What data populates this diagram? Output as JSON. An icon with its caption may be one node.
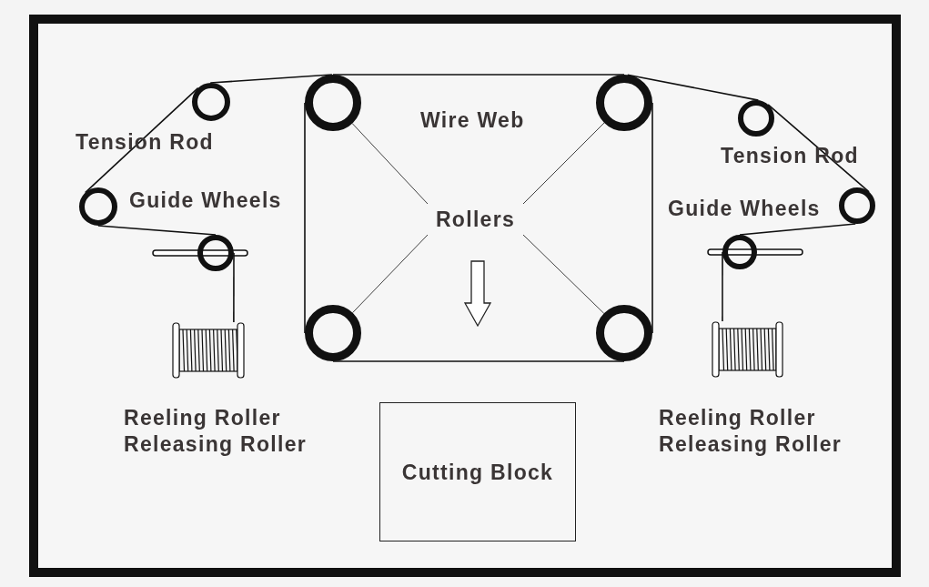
{
  "diagram": {
    "nodes": [
      {
        "text": [],
        "shape": "circle"
      },
      {
        "text": [],
        "shape": "circle"
      },
      {
        "text": [],
        "shape": "circle"
      },
      {
        "text": [],
        "shape": "circle"
      },
      {
        "text": [
          "Rollers"
        ]
      },
      {
        "text": [],
        "shape": "circle"
      },
      {
        "text": [],
        "shape": "circle"
      },
      {
        "text": [],
        "shape": "circle"
      },
      {
        "text": [],
        "shape": "circle"
      },
      {
        "text": [],
        "shape": "circle"
      },
      {
        "text": [],
        "shape": "circle"
      },
      {
        "text": [],
        "shape": "spool"
      },
      {
        "text": [],
        "shape": "spool"
      },
      {
        "text": [
          "Cutting Block"
        ]
      }
    ],
    "edges": [
      {
        "from": 5,
        "to": 0,
        "arrow": "none"
      },
      {
        "from": 0,
        "to": 1,
        "arrow": "none"
      },
      {
        "from": 1,
        "to": 2,
        "arrow": "none"
      },
      {
        "from": 2,
        "to": 3,
        "arrow": "none"
      },
      {
        "from": 3,
        "to": 6,
        "arrow": "none"
      },
      {
        "from": 6,
        "to": 8,
        "arrow": "none"
      },
      {
        "from": 8,
        "to": 12,
        "arrow": "none"
      },
      {
        "from": 5,
        "to": 7,
        "arrow": "none"
      },
      {
        "from": 7,
        "to": 11,
        "arrow": "none"
      },
      {
        "from": 1,
        "to": 9,
        "arrow": "none"
      },
      {
        "from": 9,
        "to": 10,
        "arrow": "none"
      },
      {
        "from": 10,
        "to": 2,
        "arrow": "none"
      },
      {
        "from": 4,
        "to": 1,
        "arrow": "none"
      },
      {
        "from": 4,
        "to": 2,
        "arrow": "none"
      },
      {
        "from": 4,
        "to": 9,
        "arrow": "none"
      },
      {
        "from": 4,
        "to": 10,
        "arrow": "none"
      }
    ],
    "labels": [
      "Wire Web",
      "Tension Rod",
      "Tension Rod",
      "Guide Wheels",
      "Guide Wheels",
      "Reeling Roller",
      "Releasing Roller",
      "Reeling Roller",
      "Releasing Roller"
    ]
  }
}
